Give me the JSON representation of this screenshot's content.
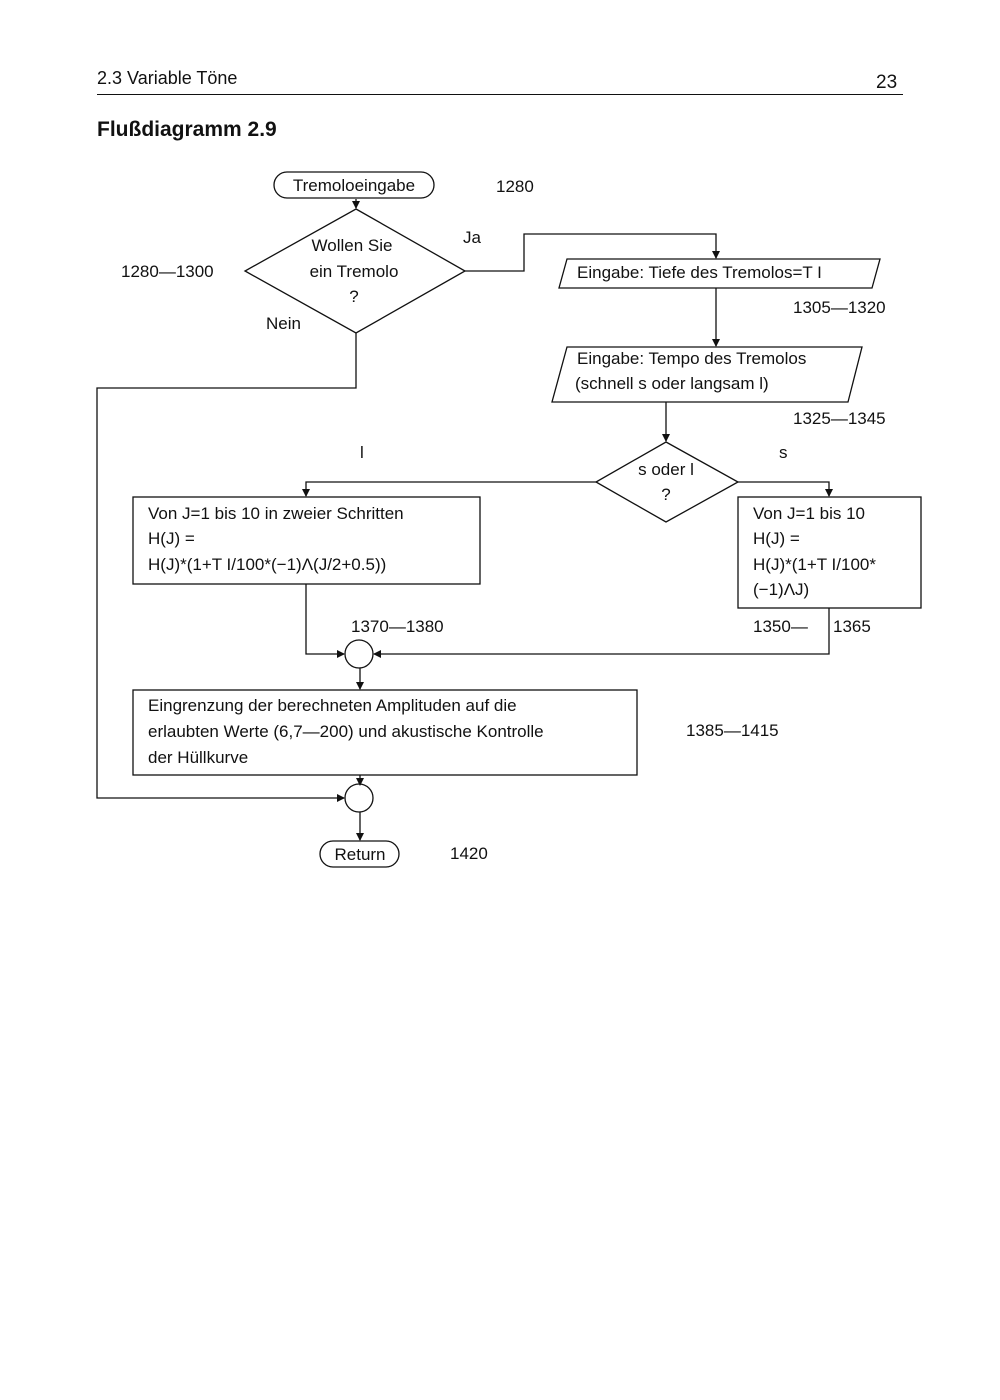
{
  "header": {
    "section": "2.3  Variable Töne",
    "page_number": "23",
    "figure_title": "Flußdiagramm 2.9"
  },
  "flowchart": {
    "start": {
      "label": "Tremoloeingabe",
      "ref": "1280"
    },
    "decision_tremolo": {
      "line1": "Wollen Sie",
      "line2": "ein Tremolo",
      "line3": "?",
      "ref": "1280—1300",
      "yes": "Ja",
      "no": "Nein"
    },
    "input_depth": {
      "label": "Eingabe: Tiefe des Tremolos=T I",
      "ref": "1305—1320"
    },
    "input_tempo": {
      "line1": "Eingabe: Tempo des Tremolos",
      "line2": "(schnell s  oder  langsam l)",
      "ref": "1325—1345"
    },
    "decision_speed": {
      "line1": "s oder l",
      "line2": "?",
      "left_label": "l",
      "right_label": "s"
    },
    "process_slow": {
      "line1": "Von J=1 bis 10  in zweier Schritten",
      "line2": "H(J) =",
      "line3": "H(J)*(1+T I/100*(−1)Λ(J/2+0.5))",
      "ref": "1370—1380"
    },
    "process_fast": {
      "line1": "Von J=1 bis 10",
      "line2": "H(J) =",
      "line3": "H(J)*(1+T I/100*",
      "line4": "(−1)ΛJ)",
      "ref_a": "1350—",
      "ref_b": "1365"
    },
    "process_limit": {
      "line1": "Eingrenzung der berechneten Amplituden auf die",
      "line2": "erlaubten Werte (6,7—200) und akustische Kontrolle",
      "line3": "der Hüllkurve",
      "ref": "1385—1415"
    },
    "end": {
      "label": "Return",
      "ref": "1420"
    }
  }
}
